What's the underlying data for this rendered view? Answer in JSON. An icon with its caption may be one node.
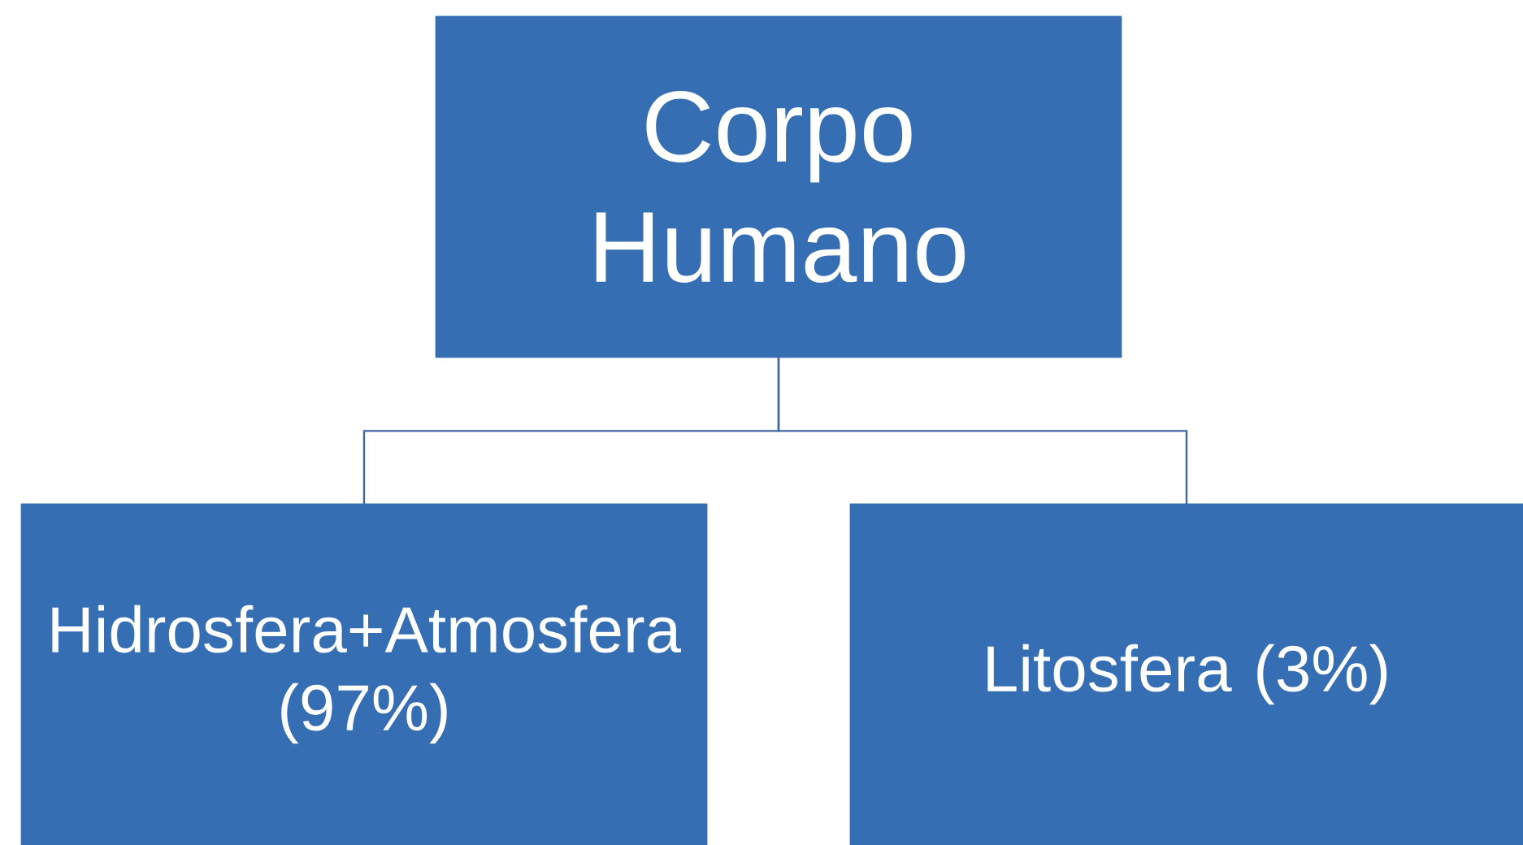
{
  "diagram": {
    "nodes": [
      {
        "text": [
          "Corpo Humano"
        ]
      },
      {
        "text": [
          "Hidrosfera+Atmosfera (97%)"
        ]
      },
      {
        "text": [
          "Litosfera (3%)"
        ]
      }
    ],
    "edges": [
      {
        "from": 0,
        "to": 1,
        "arrow": "none"
      },
      {
        "from": 0,
        "to": 2,
        "arrow": "none"
      }
    ]
  }
}
